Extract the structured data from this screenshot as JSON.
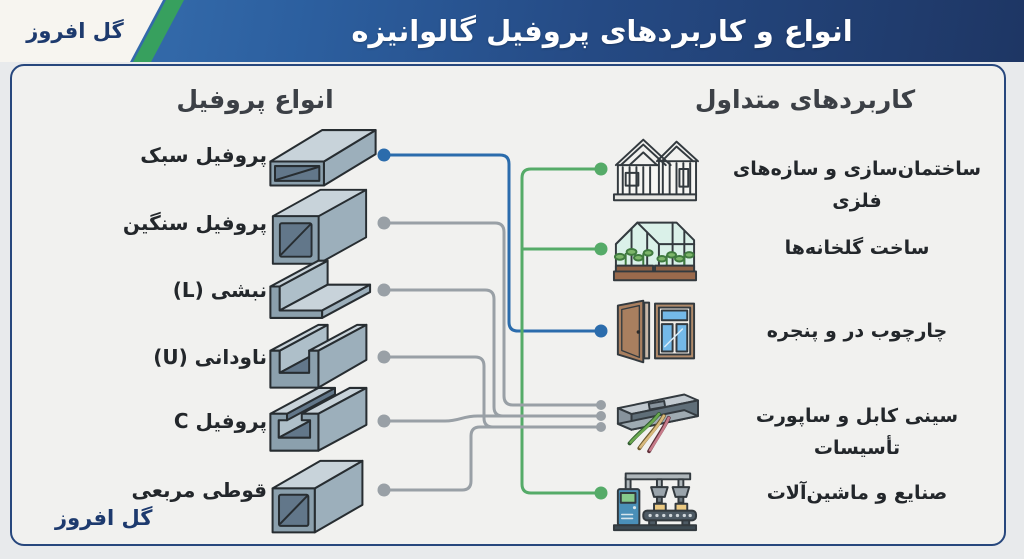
{
  "brand": {
    "badge_text": "گل افروز",
    "footer_text": "گل افروز"
  },
  "header": {
    "title": "انواع و کاربردهای پروفیل گالوانیزه"
  },
  "sections": {
    "profile_types_title": "انواع پروفیل",
    "applications_title": "کاربردهای متداول"
  },
  "profiles": [
    {
      "label": "پروفیل سبک",
      "icon": "rect-tube-3d-icon"
    },
    {
      "label": "پروفیل سنگین",
      "icon": "heavy-square-tube-3d-icon"
    },
    {
      "label": "نبشی (L)",
      "icon": "l-angle-3d-icon"
    },
    {
      "label": "ناودانی (U)",
      "icon": "u-channel-3d-icon"
    },
    {
      "label": "پروفیل C",
      "icon": "c-profile-3d-icon"
    },
    {
      "label": "قوطی مربعی",
      "icon": "square-tube-3d-icon"
    }
  ],
  "applications": [
    {
      "label": "ساختمان‌سازی و سازه‌های فلزی",
      "icon": "house-frame-icon"
    },
    {
      "label": "ساخت گلخانه‌ها",
      "icon": "greenhouse-icon"
    },
    {
      "label": "چارچوب در و پنجره",
      "icon": "door-window-icon"
    },
    {
      "label": "سینی کابل و ساپورت تأسیسات",
      "icon": "cable-tray-icon"
    },
    {
      "label": "صنایع و ماشین‌آلات",
      "icon": "machinery-icon"
    }
  ],
  "connections": [
    {
      "from": "پروفیل سبک",
      "to": "چارچوب در و پنجره",
      "color": "#2b6cac"
    },
    {
      "from": "پروفیل سنگین",
      "to": "سینی کابل و ساپورت تأسیسات",
      "color": "#99a0a6"
    },
    {
      "from": "نبشی (L)",
      "to": "سینی کابل و ساپورت تأسیسات",
      "color": "#99a0a6"
    },
    {
      "from": "ناودانی (U)",
      "to": "سینی کابل و ساپورت تأسیسات",
      "color": "#99a0a6"
    },
    {
      "from": "پروفیل C",
      "to": "سینی کابل و ساپورت تأسیسات",
      "color": "#99a0a6"
    },
    {
      "from": "قوطی مربعی",
      "to": "سینی کابل و ساپورت تأسیسات",
      "color": "#99a0a6"
    },
    {
      "group": "green-trunk",
      "links": [
        "ساختمان‌سازی و سازه‌های فلزی",
        "ساخت گلخانه‌ها",
        "صنایع و ماشین‌آلات"
      ],
      "color": "#55ab68"
    }
  ],
  "colors": {
    "line_blue": "#2b6cac",
    "line_green": "#55ab68",
    "line_gray": "#99a0a6",
    "header_dark": "#1d3766",
    "header_light": "#3a74b4",
    "accent_green": "#37a05e",
    "brand_text": "#1d3a6e",
    "card_bg": "#f1f1ef",
    "card_border": "#27477d"
  }
}
